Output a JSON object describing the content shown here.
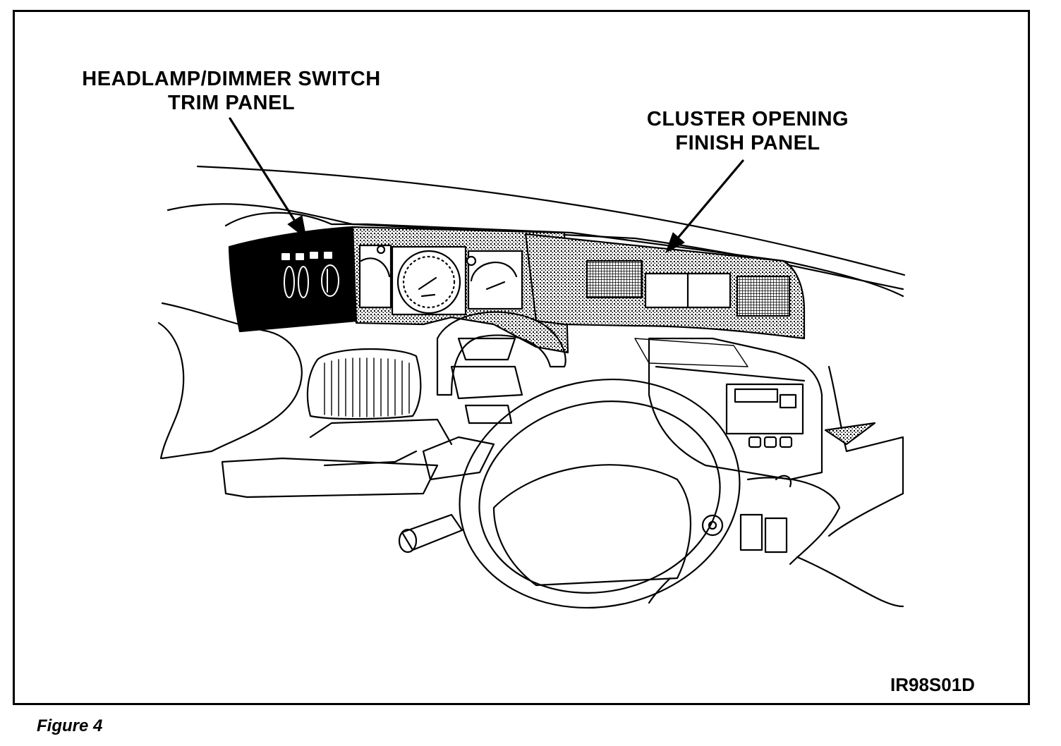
{
  "labels": {
    "headlamp_line1": "HEADLAMP/DIMMER SWITCH",
    "headlamp_line2": "TRIM PANEL",
    "cluster_line1": "CLUSTER OPENING",
    "cluster_line2": "FINISH PANEL"
  },
  "figure_id": "IR98S01D",
  "caption": "Figure 4",
  "colors": {
    "ink": "#000000",
    "paper": "#ffffff"
  }
}
